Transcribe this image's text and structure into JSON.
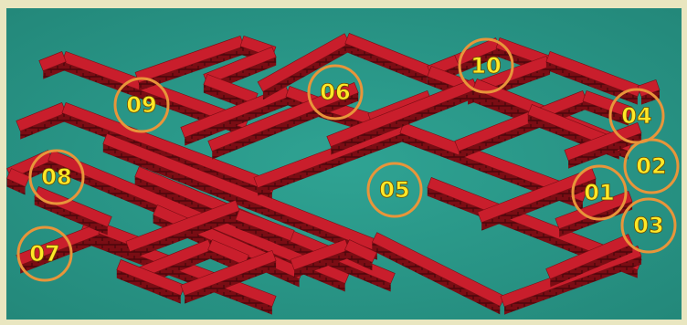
{
  "colors": {
    "sea": "#2a9a8b",
    "sea_shade": "#23887a",
    "border": "#e9e6c0",
    "wall_top": "#c91e2c",
    "wall_side": "#7a0d14",
    "wall_brick": "#4d070c",
    "ring": "#e8953a",
    "label": "#ffe827",
    "label_stroke": "#6a4b00"
  },
  "markers": [
    {
      "label": "10",
      "icon": "level-marker-icon"
    },
    {
      "label": "09",
      "icon": "level-marker-icon"
    },
    {
      "label": "06",
      "icon": "level-marker-icon"
    },
    {
      "label": "04",
      "icon": "level-marker-icon"
    },
    {
      "label": "02",
      "icon": "level-marker-icon"
    },
    {
      "label": "08",
      "icon": "level-marker-icon"
    },
    {
      "label": "05",
      "icon": "level-marker-icon"
    },
    {
      "label": "01",
      "icon": "level-marker-icon"
    },
    {
      "label": "03",
      "icon": "level-marker-icon"
    },
    {
      "label": "07",
      "icon": "level-marker-icon"
    }
  ]
}
